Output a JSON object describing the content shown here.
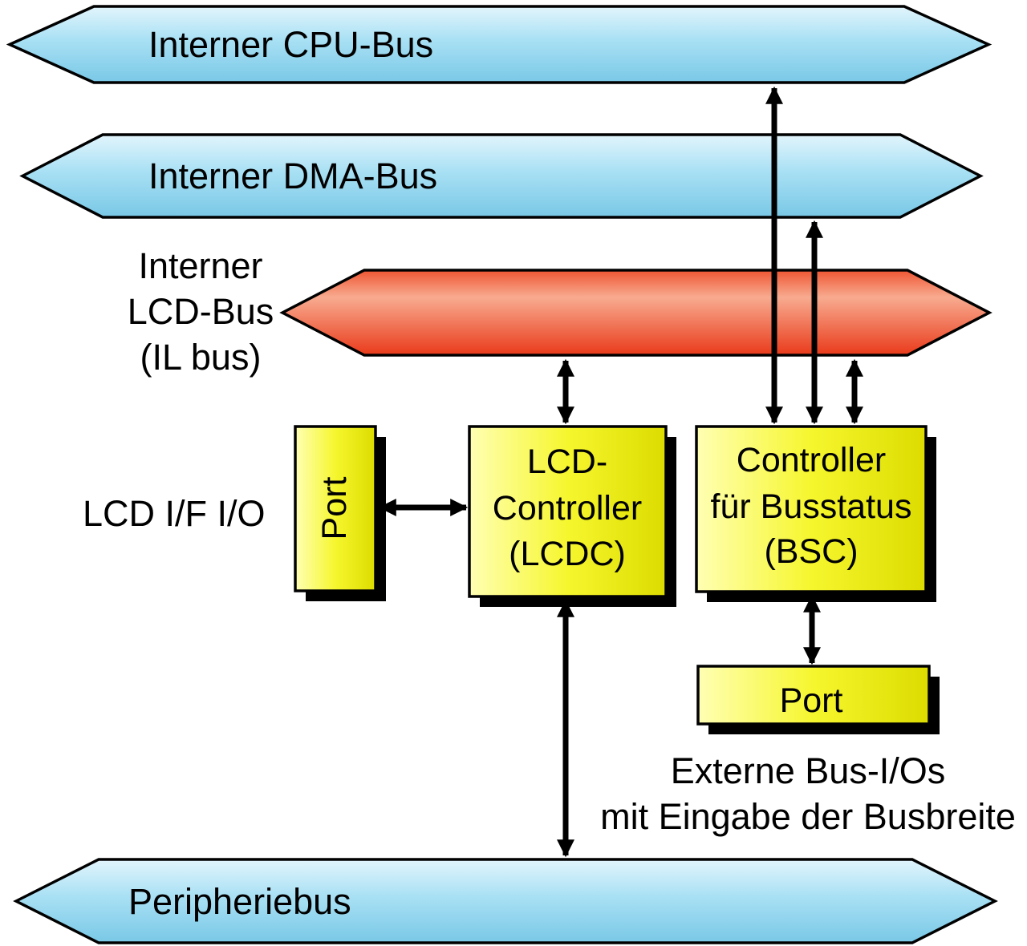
{
  "buses": {
    "cpu": {
      "label": "Interner CPU-Bus"
    },
    "dma": {
      "label": "Interner DMA-Bus"
    },
    "lcd": {
      "label_lines": [
        "Interner",
        "LCD-Bus",
        "(IL bus)"
      ]
    },
    "peripheral": {
      "label": "Peripheriebus"
    }
  },
  "blocks": {
    "lcd_port": {
      "label": "Port"
    },
    "lcdc": {
      "lines": [
        "LCD-",
        "Controller",
        "(LCDC)"
      ]
    },
    "bsc": {
      "lines": [
        "Controller",
        "für Busstatus",
        "(BSC)"
      ]
    },
    "ext_port": {
      "label": "Port"
    }
  },
  "annotations": {
    "lcd_if_io": "LCD I/F I/O",
    "extern_io_lines": [
      "Externe Bus-I/Os",
      "mit Eingabe der Busbreite"
    ]
  },
  "colors": {
    "bus_blue": "#9fdcf2",
    "bus_red": "#ee4422",
    "block_yellow": "#efef20",
    "outline": "#000000",
    "background": "#ffffff"
  }
}
